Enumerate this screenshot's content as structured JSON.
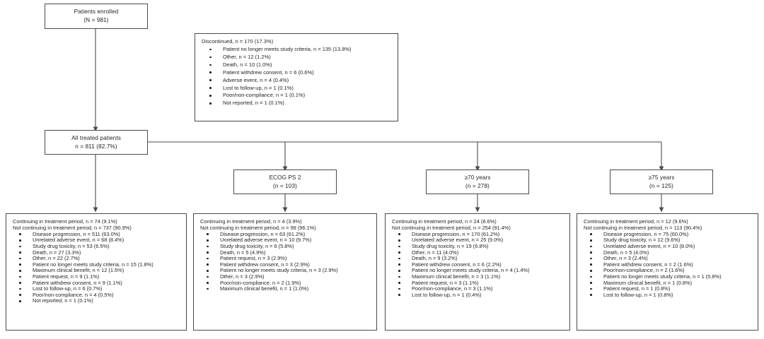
{
  "diagram": {
    "title": "Patient disposition flow diagram",
    "line_color": "#4a4a4a",
    "text_color": "#231f20",
    "background": "#ffffff"
  },
  "enrolled": {
    "line1": "Patients enrolled",
    "line2": "(N = 981)"
  },
  "discontinued": {
    "header": "Discontinued, n = 170 (17.3%)",
    "items": [
      "Patient no longer meets study criteria, n = 135 (13.8%)",
      "Other, n = 12 (1.2%)",
      "Death, n = 10 (1.0%)",
      "Patient withdrew consent, n = 6 (0.6%)",
      "Adverse event, n = 4 (0.4%)",
      "Lost to follow-up, n = 1 (0.1%)",
      "Poor/non-compliance, n = 1 (0.1%)",
      "Not reported, n = 1 (0.1%)"
    ]
  },
  "all_treated": {
    "line1": "All treated patients",
    "line2": "n = 811 (82.7%)"
  },
  "subgroups": [
    {
      "line1": "ECOG PS 2",
      "line2": "(n = 103)"
    },
    {
      "line1": "≥70 years",
      "line2": "(n = 278)"
    },
    {
      "line1": "≥75 years",
      "line2": "(n = 125)"
    }
  ],
  "outcomes": [
    {
      "continuing": "Continuing in treatment period, n = 74 (9.1%)",
      "not_continuing": "Not continuing in treatment period, n = 737 (90.9%)",
      "items": [
        "Disease progression, n = 511 (63.0%)",
        "Unrelated adverse event, n = 68 (8.4%)",
        "Study drug toxicity, n = 53 (6.5%)",
        "Death, n = 27 (3.3%)",
        "Other, n = 22 (2.7%)",
        "Patient no longer meets study criteria, n = 15 (1.8%)",
        "Maximum clinical benefit, n = 12 (1.5%)",
        "Patient request, n = 9 (1.1%)",
        "Patient withdrew consent, n = 9 (1.1%)",
        "Lost to follow-up, n = 6 (0.7%)",
        "Poor/non-compliance, n = 4 (0.5%)",
        "Not reported, n = 1 (0.1%)"
      ]
    },
    {
      "continuing": "Continuing in treatment period, n = 4 (3.9%)",
      "not_continuing": "Not continuing in treatment period, n = 99 (96.1%)",
      "items": [
        "Disease progression, n = 63 (61.2%)",
        "Unrelated adverse event, n = 10 (9.7%)",
        "Study drug toxicity, n = 6 (5.8%)",
        "Death, n = 5 (4.9%)",
        "Patient request, n = 3 (2.9%)",
        "Patient withdrew consent, n = 3 (2.9%)",
        "Patient no longer meets study criteria, n = 3 (2.9%)",
        "Other, n = 3 (2.9%)",
        "Poor/non-compliance, n = 2 (1.9%)",
        "Maximum clinical benefit, n = 1 (1.0%)"
      ]
    },
    {
      "continuing": "Continuing in treatment period, n = 24 (8.6%)",
      "not_continuing": "Not continuing in treatment period, n = 254 (91.4%)",
      "items": [
        "Disease progression, n = 170 (61.2%)",
        "Unrelated adverse event, n = 25 (9.0%)",
        "Study drug toxicity, n = 19 (6.8%)",
        "Other, n = 11 (4.0%)",
        "Death, n = 9 (3.2%)",
        "Patient withdrew consent, n = 6 (2.2%)",
        "Patient no longer meets study criteria, n = 4 (1.4%)",
        "Maximum clinical benefit, n = 3 (1.1%)",
        "Patient request, n = 3 (1.1%)",
        "Poor/non-compliance, n = 3 (1.1%)",
        "Lost to follow-up, n = 1 (0.4%)"
      ]
    },
    {
      "continuing": "Continuing in treatment period, n = 12 (9.6%)",
      "not_continuing": "Not continuing in treatment period, n = 113 (90.4%)",
      "items": [
        "Disease progression, n = 75 (60.0%)",
        "Study drug toxicity, n = 12 (9.6%)",
        "Unrelated adverse event, n = 10 (8.0%)",
        "Death, n = 5 (4.0%)",
        "Other, n = 3 (2.4%)",
        "Patient withdrew consent, n = 2 (1.6%)",
        "Poor/non-compliance, n = 2 (1.6%)",
        "Patient no longer meets study criteria, n = 1 (0.8%)",
        "Maximum clinical benefit, n = 1 (0.8%)",
        "Patient request, n = 1 (0.8%)",
        "Lost to follow-up, n = 1 (0.8%)"
      ]
    }
  ]
}
